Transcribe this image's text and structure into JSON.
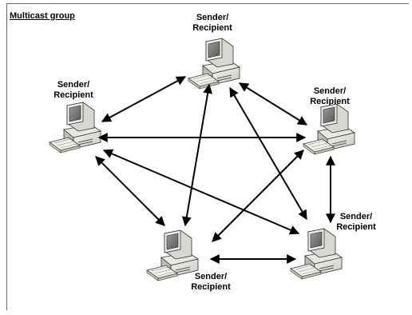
{
  "title": "Multicast group",
  "nodes": [
    {
      "id": "top",
      "line1": "Sender/",
      "line2": "Recipient"
    },
    {
      "id": "left",
      "line1": "Sender/",
      "line2": "Recipient"
    },
    {
      "id": "right",
      "line1": "Sender/",
      "line2": "Recipient"
    },
    {
      "id": "bottom-left",
      "line1": "Sender/",
      "line2": "Recipient"
    },
    {
      "id": "bottom-right",
      "line1": "Sender/",
      "line2": "Recipient"
    }
  ]
}
